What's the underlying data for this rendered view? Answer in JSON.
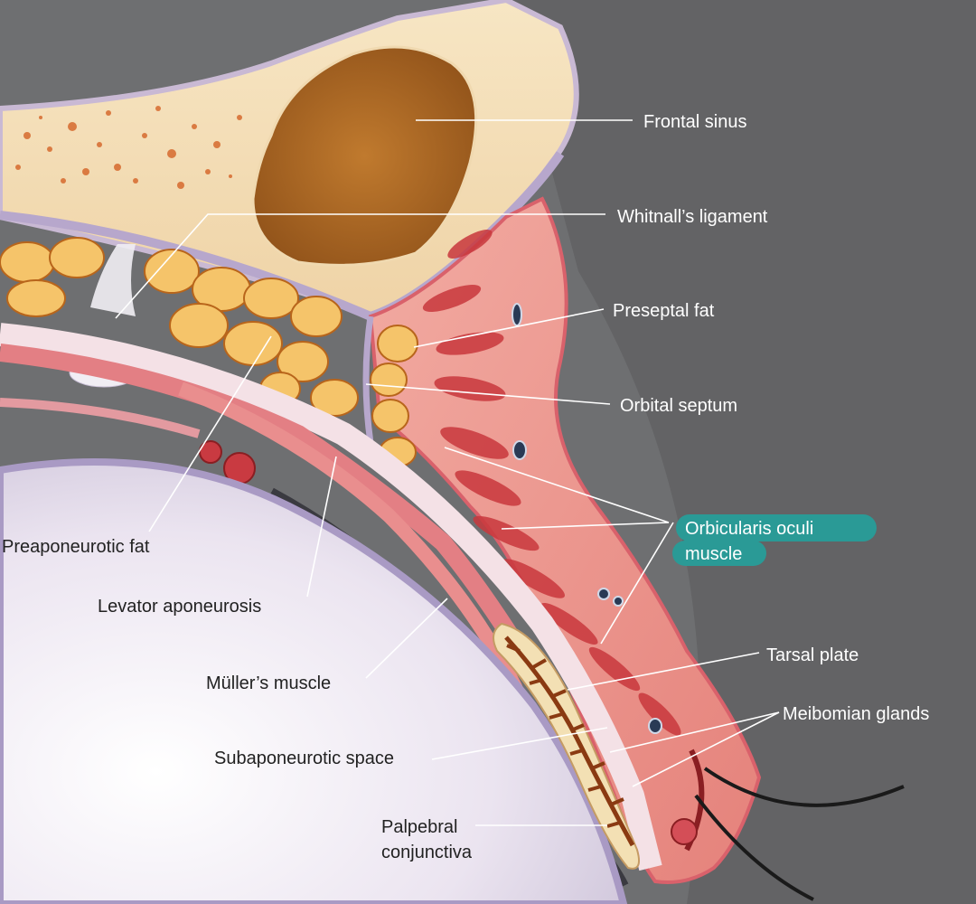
{
  "labels": {
    "frontal_sinus": "Frontal sinus",
    "whitnalls_ligament": "Whitnall’s ligament",
    "preseptal_fat": "Preseptal fat",
    "orbital_septum": "Orbital septum",
    "orbicularis_line1": "Orbicularis oculi",
    "orbicularis_line2": "muscle",
    "preaponeurotic_fat": "Preaponeurotic fat",
    "levator_aponeurosis": "Levator aponeurosis",
    "tarsal_plate": "Tarsal plate",
    "mullers_muscle": "Müller’s muscle",
    "meibomian_glands": "Meibomian glands",
    "subaponeurotic_space": "Subaponeurotic space",
    "palpebral_line1": "Palpebral",
    "palpebral_line2": "conjunctiva"
  },
  "colors": {
    "background": "#6f7072",
    "bone": "#f3dcb4",
    "sinus": "#a8621f",
    "fat": "#f2b53c",
    "muscle": "#e99189",
    "eyeball": "#ece6f1",
    "highlight": "#2a9a96"
  }
}
